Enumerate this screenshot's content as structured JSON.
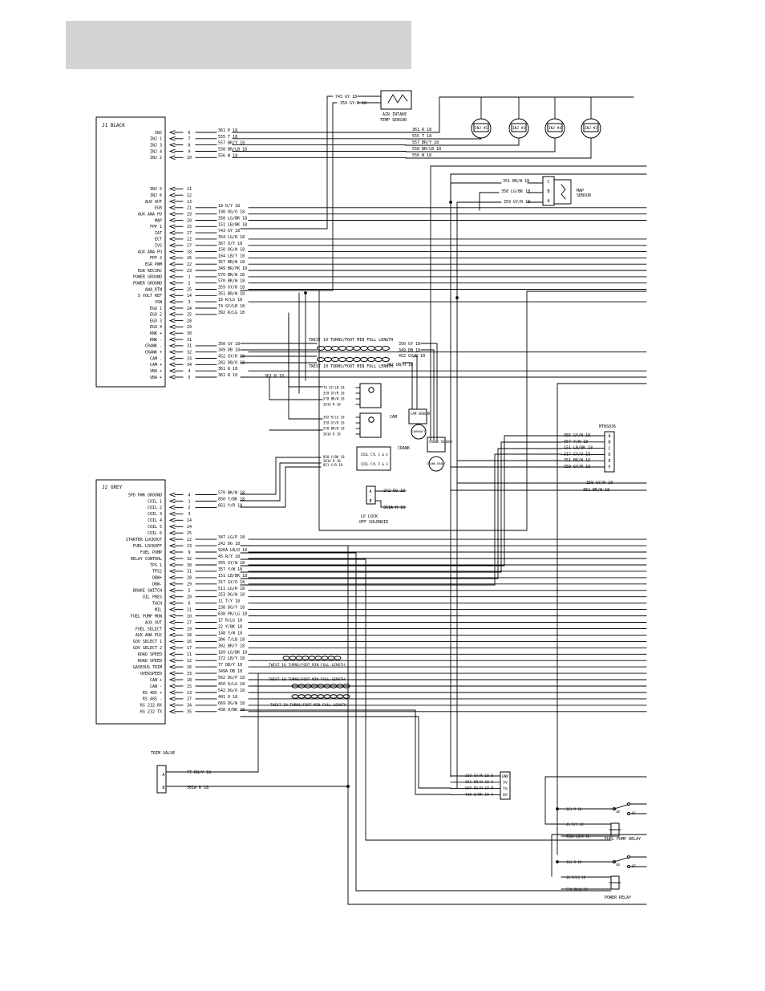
{
  "header": {
    "title": ""
  },
  "j1": {
    "title": "J1 BLACK",
    "pins": [
      {
        "label": "INJ",
        "pin": "6",
        "wire": "361 P 18"
      },
      {
        "label": "INJ 1",
        "pin": "7",
        "wire": "555 T 18"
      },
      {
        "label": "INJ 3",
        "pin": "8",
        "wire": "557 BR/Y 18"
      },
      {
        "label": "INJ 4",
        "pin": "9",
        "wire": "558 BR/LB 18"
      },
      {
        "label": "INJ 2",
        "pin": "10",
        "wire": "556 W 18"
      },
      {
        "label": "",
        "pin": "",
        "wire": ""
      },
      {
        "label": "",
        "pin": "",
        "wire": ""
      },
      {
        "label": "",
        "pin": "",
        "wire": ""
      },
      {
        "label": "",
        "pin": "",
        "wire": ""
      },
      {
        "label": "INJ 5",
        "pin": "11",
        "wire": ""
      },
      {
        "label": "INJ 6",
        "pin": "12",
        "wire": ""
      },
      {
        "label": "AUX OUT",
        "pin": "13",
        "wire": ""
      },
      {
        "label": "EGR",
        "pin": "21",
        "wire": "18 O/Y 18"
      },
      {
        "label": "AUX ANA PD",
        "pin": "19",
        "wire": "198 DG/O 18"
      },
      {
        "label": "MAP",
        "pin": "20",
        "wire": "358 LG/BK 18"
      },
      {
        "label": "FPP 1",
        "pin": "15",
        "wire": "151 LB/BK 18"
      },
      {
        "label": "IAT",
        "pin": "27",
        "wire": "743 GY 18"
      },
      {
        "label": "ECT",
        "pin": "22",
        "wire": "354 LG/R 18"
      },
      {
        "label": "IVS",
        "pin": "17",
        "wire": "367 O/Y 18"
      },
      {
        "label": "AUX ANA PU",
        "pin": "18",
        "wire": "150 DG/W 18"
      },
      {
        "label": "FPP 2",
        "pin": "16",
        "wire": "164 LB/Y 18"
      },
      {
        "label": "EGR PWM",
        "pin": "22",
        "wire": "357 BR/W 18"
      },
      {
        "label": "EGR RECIRC",
        "pin": "23",
        "wire": "349 BR/PK 18"
      },
      {
        "label": "POWER GROUND",
        "pin": "1",
        "wire": "570 BK/W 18"
      },
      {
        "label": "POWER GROUND",
        "pin": "2",
        "wire": "570 BK/W 18"
      },
      {
        "label": "ANA_RTN",
        "pin": "25",
        "wire": "359 GY/R 18"
      },
      {
        "label": "5 VOLT REF",
        "pin": "14",
        "wire": "351 BR/W 18"
      },
      {
        "label": "VSW",
        "pin": "3",
        "wire": "16 R/LG 18"
      },
      {
        "label": "EGO 1",
        "pin": "24",
        "wire": "74 GY/LB 18"
      },
      {
        "label": "EGO 2",
        "pin": "25",
        "wire": "392 R/LG 18"
      },
      {
        "label": "EGO 3",
        "pin": "28",
        "wire": ""
      },
      {
        "label": "EGO 4",
        "pin": "29",
        "wire": ""
      },
      {
        "label": "KNK +",
        "pin": "30",
        "wire": ""
      },
      {
        "label": "KNK -",
        "pin": "31",
        "wire": ""
      },
      {
        "label": "CRANK -",
        "pin": "31",
        "wire": "350 GY 18"
      },
      {
        "label": "CRANK +",
        "pin": "32",
        "wire": "349 DB 18"
      },
      {
        "label": "CAM -",
        "pin": "33",
        "wire": "452 GY/R 18"
      },
      {
        "label": "CAM +",
        "pin": "34",
        "wire": "282 DB/O 18"
      },
      {
        "label": "VBA +",
        "pin": "4",
        "wire": "361 R 18"
      },
      {
        "label": "VBA +",
        "pin": "5",
        "wire": "361 R 18"
      }
    ]
  },
  "j2": {
    "title": "J2 GREY",
    "pins": [
      {
        "label": "SPD PWR GROUND",
        "pin": "4",
        "wire": "570 BK/W 18"
      },
      {
        "label": "COIL 1",
        "pin": "1",
        "wire": "850 Y/BK 18"
      },
      {
        "label": "COIL 2",
        "pin": "2",
        "wire": "851 Y/R 18"
      },
      {
        "label": "COIL 3",
        "pin": "3",
        "wire": ""
      },
      {
        "label": "COIL 4",
        "pin": "14",
        "wire": ""
      },
      {
        "label": "COIL 5",
        "pin": "24",
        "wire": ""
      },
      {
        "label": "COIL 6",
        "pin": "25",
        "wire": ""
      },
      {
        "label": "STARTER LOCKOUT",
        "pin": "22",
        "wire": "347 LG/P 18"
      },
      {
        "label": "FUEL LOCKOFF",
        "pin": "23",
        "wire": "242 DG 18"
      },
      {
        "label": "FUEL PUMP",
        "pin": "9",
        "wire": "926A LB/O 18"
      },
      {
        "label": "RELAY CONTROL",
        "pin": "32",
        "wire": "45 R/Y 18"
      },
      {
        "label": "TPS 1",
        "pin": "30",
        "wire": "355 GY/W 18"
      },
      {
        "label": "TPS2",
        "pin": "31",
        "wire": "357 Y/W 18"
      },
      {
        "label": "DBW+",
        "pin": "28",
        "wire": "151 LB/BK 18"
      },
      {
        "label": "DBW-",
        "pin": "29",
        "wire": "317 GY/O 18"
      },
      {
        "label": "BRAKE SWITCH",
        "pin": "5",
        "wire": "511 LG/R 18"
      },
      {
        "label": "OIL PRES",
        "pin": "20",
        "wire": "253 DG/W 18"
      },
      {
        "label": "TACH",
        "pin": "6",
        "wire": "11 T/Y 18"
      },
      {
        "label": "MIL",
        "pin": "21",
        "wire": "238 DG/Y 18"
      },
      {
        "label": "FUEL PUMP MON",
        "pin": "10",
        "wire": "638 PK/LG 18"
      },
      {
        "label": "AUX OUT",
        "pin": "27",
        "wire": "17 R/LG 18"
      },
      {
        "label": "FUEL SELECT",
        "pin": "19",
        "wire": "22 Y/BK 18"
      },
      {
        "label": "AUX ANA PU2",
        "pin": "18",
        "wire": "148 Y/W 18"
      },
      {
        "label": "GOV SELECT 1",
        "pin": "16",
        "wire": "306 T/LB 18"
      },
      {
        "label": "GOV SELECT 2",
        "pin": "17",
        "wire": "302 BR/Y 18"
      },
      {
        "label": "ROAD SPEED",
        "pin": "11",
        "wire": "169 LG/BK 18"
      },
      {
        "label": "ROAD SPEED",
        "pin": "12",
        "wire": "172 LB/Y 18"
      },
      {
        "label": "GASEOUS TRIM",
        "pin": "26",
        "wire": "77 DB/Y 18"
      },
      {
        "label": "OVERSPEED",
        "pin": "33",
        "wire": "349A DB 18"
      },
      {
        "label": "CAN +",
        "pin": "18",
        "wire": "562 DG/P 18"
      },
      {
        "label": "CAN -",
        "pin": "15",
        "wire": "450 O/LG 18"
      },
      {
        "label": "RS 485 +",
        "pin": "13",
        "wire": "542 DG/O 18"
      },
      {
        "label": "RS 485 -",
        "pin": "27",
        "wire": "401 O 18"
      },
      {
        "label": "RS 232 RX",
        "pin": "34",
        "wire": "669 DG/W 18"
      },
      {
        "label": "RS 232 TX",
        "pin": "35",
        "wire": "438 O/BK 18"
      }
    ]
  },
  "injectors": {
    "labels": [
      "INJ #1",
      "INJ #3",
      "INJ #4",
      "INJ #2"
    ],
    "wires": [
      "361 R 18",
      "555 T 18",
      "557 BR/Y 18",
      "558 BR/LB 18",
      "556 W 18"
    ]
  },
  "air_temp": {
    "label1": "AIR INTAKE",
    "label2": "TEMP SENSOR",
    "wire1": "743 GY 18",
    "wire2": "359 GY-R 18"
  },
  "map_sensor": {
    "label1": "MAP",
    "label2": "SENSOR",
    "wires": [
      "351 BR/W 18",
      "358 LG/BK 18",
      "359 GY/R 18"
    ],
    "pins": [
      "C",
      "B",
      "A"
    ]
  },
  "twist": {
    "t1": "TWIST 10 TURNS/FOOT MIN FULL LENGTH",
    "t2": "TWIST 10 TURNS/FOOT MIN FULL LENGTH",
    "t3": "TWIST 10 TURNS/FOOT MIN FULL LENGTH",
    "t4": "TWIST 10 TURNS/FOOT MIN FULL LENGTH",
    "t5": "TWIST 10 TURNS/FOOT MIN FULL LENGTH"
  },
  "sensors": {
    "twist_wires": [
      "350 GY 18",
      "349 DB 18",
      "452 GY/R 18",
      "282 DB/O 18"
    ],
    "cam": "CAM",
    "cam_sensor": "CAM SENSOR",
    "camshaft": "CAMSHAFT",
    "crank": "CRANK",
    "crank_sensor": "CRANK SENSOR",
    "crankshaft": "CRANK-SHAFT",
    "ego_wires": [
      "74 GY/LB 18",
      "359 GY/R 18",
      "570 BR/W 18",
      "361A R 18"
    ],
    "ego2_wires": [
      "392 R/LG 18",
      "359 GY/R 18",
      "570 BR/W 18",
      "361A R 18"
    ],
    "coil_wires": [
      "850 Y/BK 18",
      "361A R 18",
      "851 Y/R 18"
    ],
    "coil_labels": [
      "COIL CYL 1 & 4",
      "COIL CYL 2 & 3"
    ],
    "bus_wire": "361 R 18"
  },
  "lp_lock": {
    "label1": "LP LOCK",
    "label2": "OFF SOLENOID",
    "wire1": "242 DG 18",
    "wire2": "361A R 18",
    "pins": [
      "A",
      "B"
    ]
  },
  "mtrs": {
    "title": "MTRS036",
    "pins": [
      "A",
      "B",
      "C",
      "D",
      "E",
      "F"
    ],
    "wires": [
      "355 GY/W 18",
      "357 Y/W 18",
      "151 LB/BK 18",
      "317 GY/O 18",
      "351 BR/W 18",
      "359 GY/R 18"
    ],
    "extra": [
      "359 GY/R 18",
      "351 BR/W 18"
    ]
  },
  "trim_valve": {
    "title": "TRIM VALVE",
    "pins": [
      "A",
      "B"
    ],
    "wires": [
      "77 DB/Y 18",
      "361A R 18"
    ]
  },
  "ser": {
    "pins": [
      "GND",
      "5V",
      "TX",
      "RX"
    ],
    "wires": [
      "359 GY/R 18 D",
      "351 BR/W 18 C",
      "669 DG/W 18 B",
      "438 O/BK 18 A"
    ]
  },
  "relays": {
    "fuel_pump": "FUEL PUMP RELAY",
    "power": "POWER RELAY",
    "fp_wires": [
      "361 R 18",
      "45 R/Y 18",
      "926A LB/O 18"
    ],
    "pw_wires": [
      "361 R 18",
      "16 R/LG 18",
      "570 BK/W 18"
    ],
    "contacts": [
      "30",
      "87"
    ]
  }
}
